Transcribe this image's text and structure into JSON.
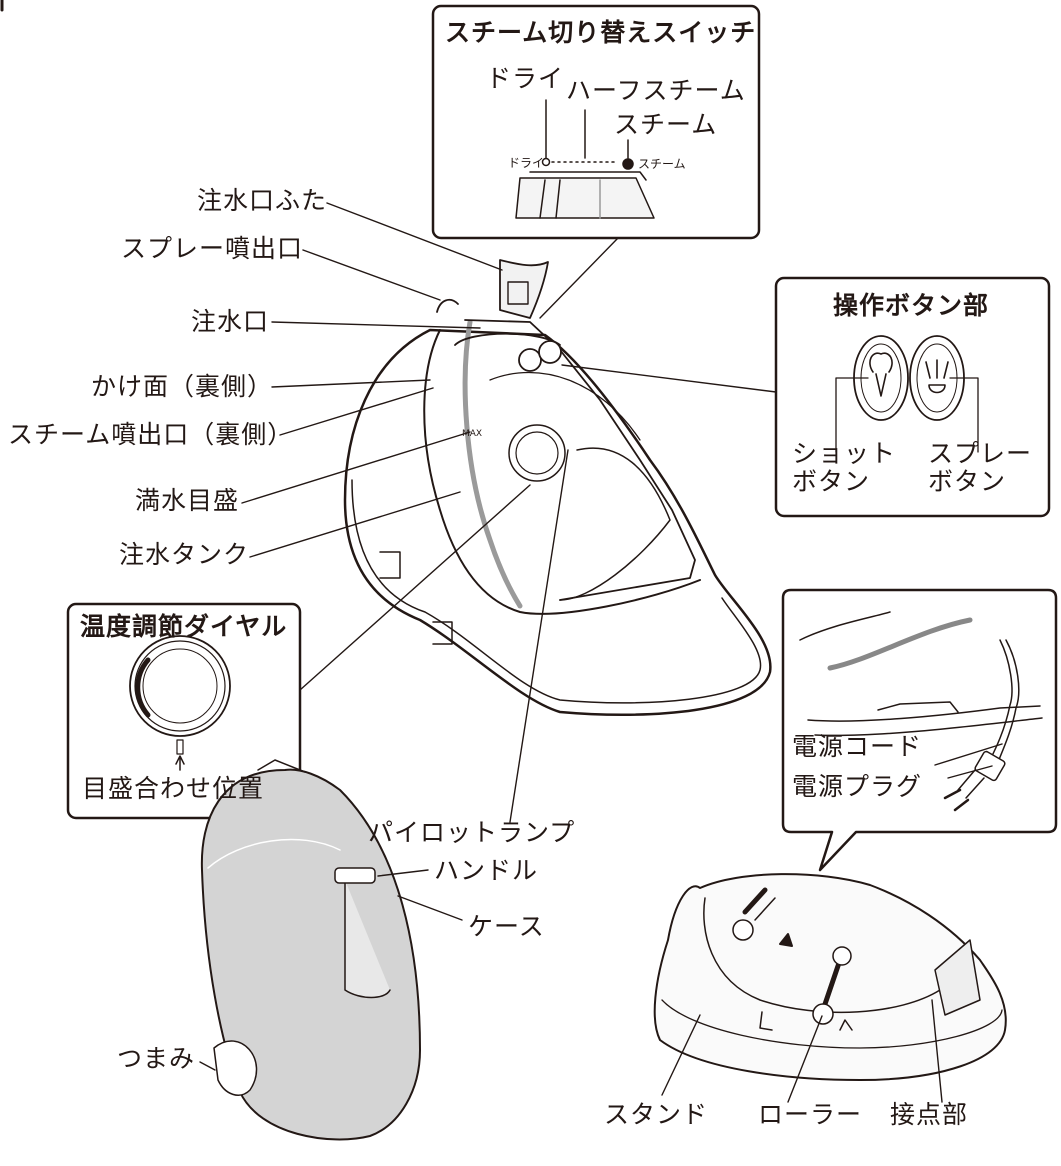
{
  "steam_switch_box": {
    "title": "スチーム切り替えスイッチ",
    "dry": "ドライ",
    "half_steam": "ハーフスチーム",
    "steam": "スチーム",
    "scale_dry": "ドライ",
    "scale_steam": "スチーム"
  },
  "button_box": {
    "title": "操作ボタン部",
    "shot": "ショット\nボタン",
    "spray": "スプレー\nボタン"
  },
  "dial_box": {
    "title": "温度調節ダイヤル",
    "align": "目盛合わせ位置"
  },
  "iron_labels": {
    "lid": "注水口ふた",
    "spray_outlet": "スプレー噴出口",
    "inlet": "注水口",
    "soleplate": "かけ面（裏側）",
    "steam_outlet": "スチーム噴出口（裏側）",
    "max_mark": "満水目盛",
    "tank": "注水タンク",
    "pilot": "パイロットランプ",
    "max_text": "MAX"
  },
  "cord_box": {
    "cord": "電源コード",
    "plug": "電源プラグ"
  },
  "case_labels": {
    "handle": "ハンドル",
    "case": "ケース",
    "knob": "つまみ"
  },
  "stand_labels": {
    "stand": "スタンド",
    "roller": "ローラー",
    "contact": "接点部"
  }
}
